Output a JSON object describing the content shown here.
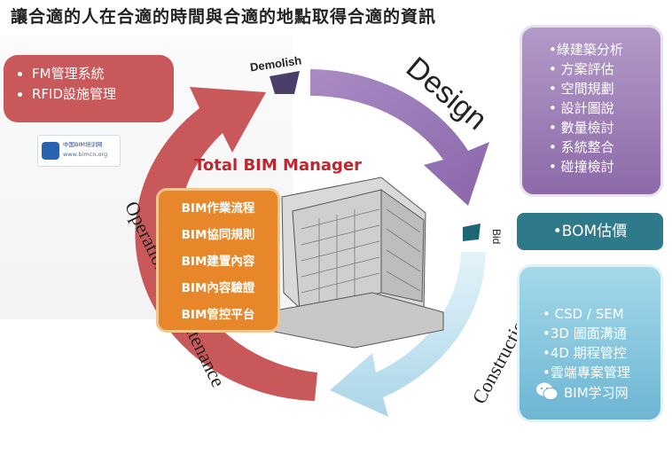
{
  "headline": "讓合適的人在合適的時間與合適的地點取得合適的資訊",
  "center_title": "Total BIM Manager",
  "phases": {
    "demolish": "Demolish",
    "design": "Design",
    "bid": "Bid",
    "construction": "Construction",
    "om": "Operation & Maintenance"
  },
  "fm_box": {
    "items": [
      "FM管理系統",
      "RFID設施管理"
    ]
  },
  "design_box": {
    "items": [
      "•綠建築分析",
      "• 方案評估",
      "• 空間規劃",
      "• 設計圖說",
      "• 數量檢討",
      "• 系統整合",
      "• 碰撞檢討"
    ]
  },
  "bom_box": {
    "label": "•BOM估價"
  },
  "construction_box": {
    "items": [
      "• CSD / SEM",
      "•3D 圖面溝通",
      "•4D 期程管控",
      "•雲端專案管理"
    ]
  },
  "bim_box": {
    "items": [
      "BIM作業流程",
      "BIM協同規則",
      "BIM建置內容",
      "BIM內容驗證",
      "BIM管控平台"
    ]
  },
  "logo": {
    "line1": "中国BIM培训网",
    "line2": "www.bimcn.org"
  },
  "watermark": "BIM学习网",
  "colors": {
    "om_arc": "#c9585a",
    "design_arc": "#9a78b8",
    "construction_arc": "#bfe0ee",
    "bom": "#2f7a8a",
    "bim_box": "#e8872a",
    "title_red": "#c0262d"
  }
}
